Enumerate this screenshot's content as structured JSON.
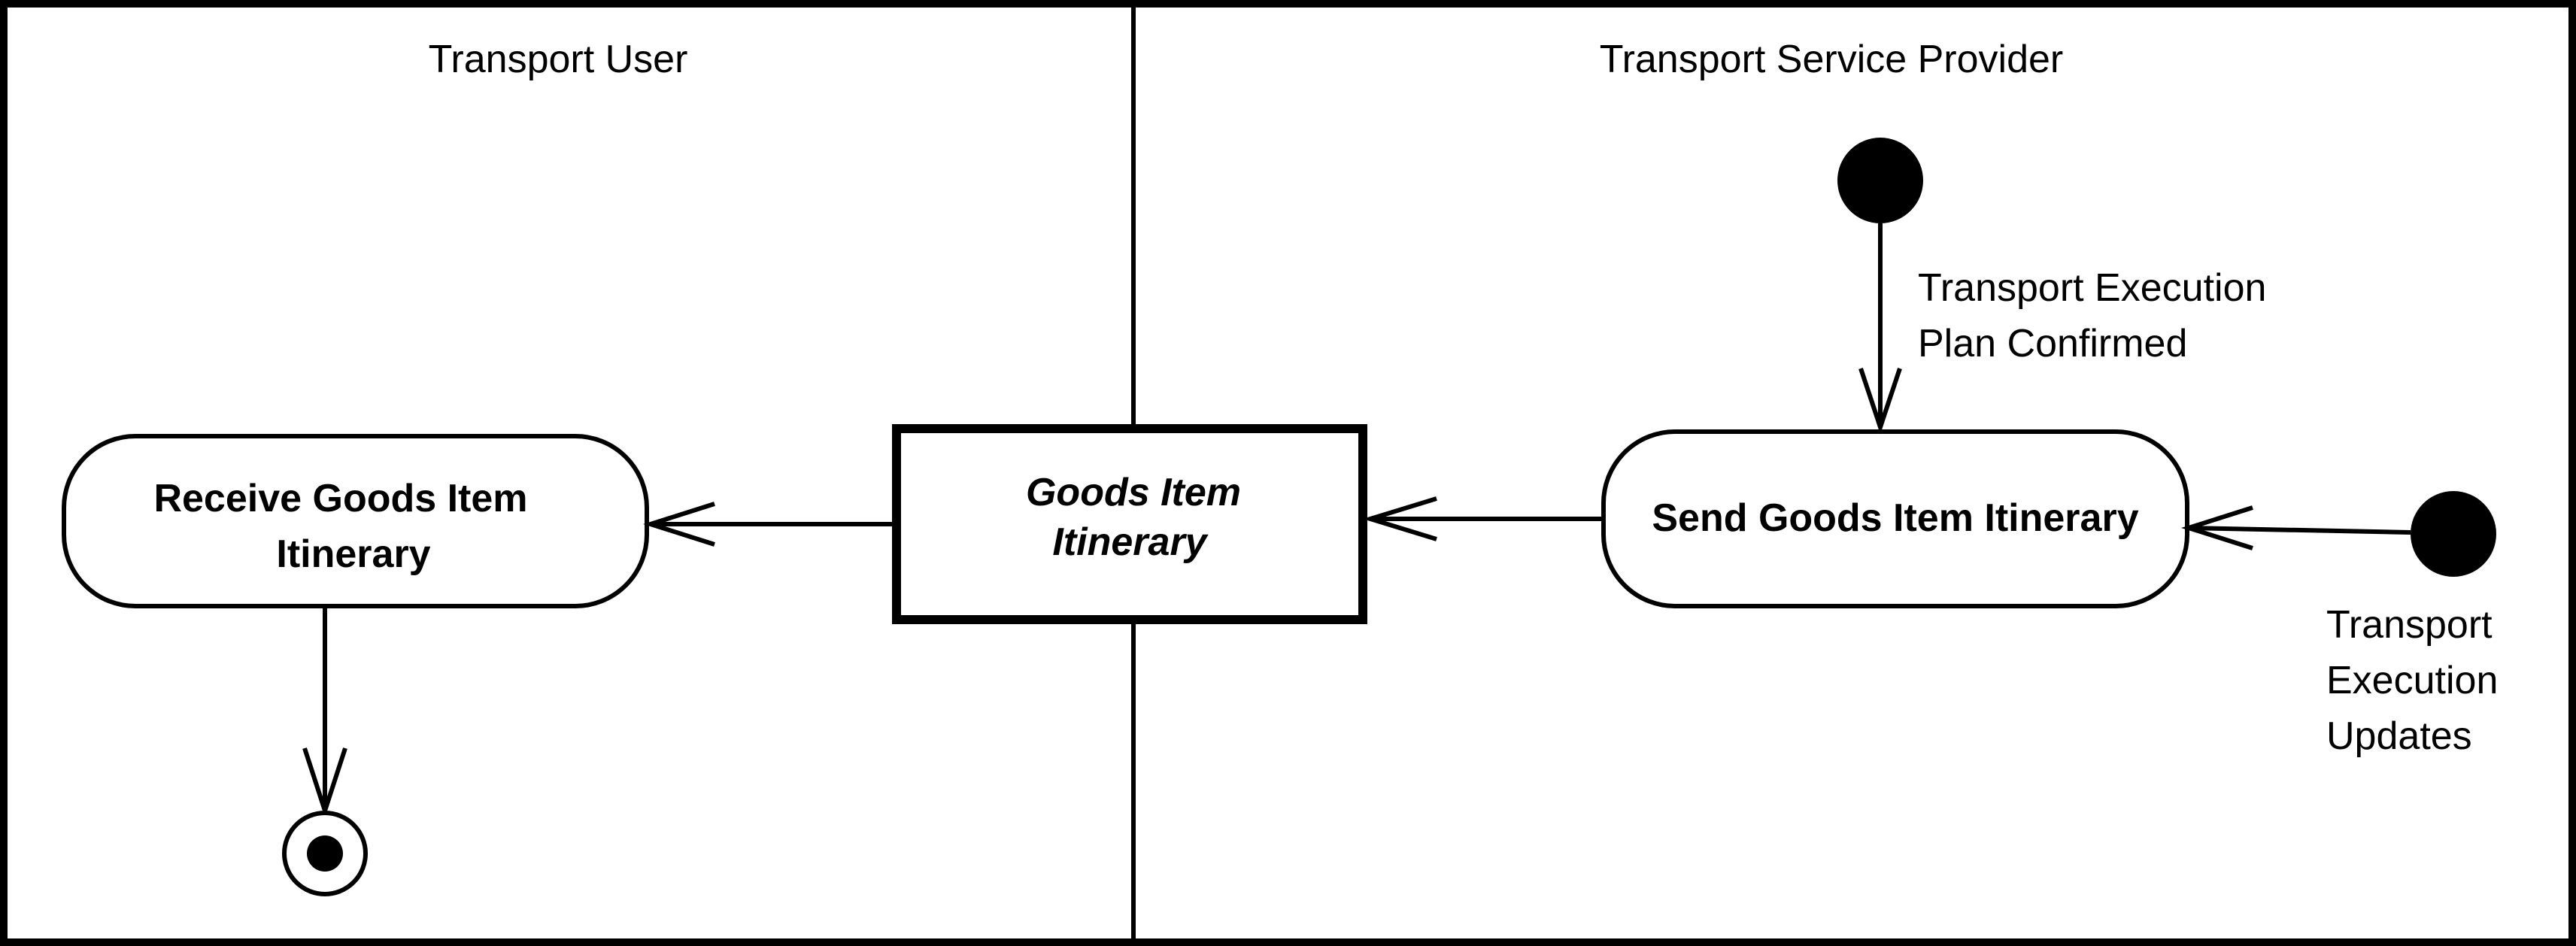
{
  "lanes": {
    "left": "Transport User",
    "right": "Transport Service Provider"
  },
  "nodes": {
    "receive_action": {
      "line1": "Receive Goods Item",
      "line2": "Itinerary"
    },
    "object": {
      "line1": "Goods Item",
      "line2": "Itinerary"
    },
    "send_action": {
      "line1": "Send Goods Item Itinerary"
    }
  },
  "flows": {
    "plan_confirmed": {
      "line1": "Transport Execution",
      "line2": "Plan Confirmed"
    },
    "updates": {
      "line1": "Transport",
      "line2": "Execution",
      "line3": "Updates"
    }
  },
  "colors": {
    "line": "#000000",
    "background": "#ffffff"
  }
}
